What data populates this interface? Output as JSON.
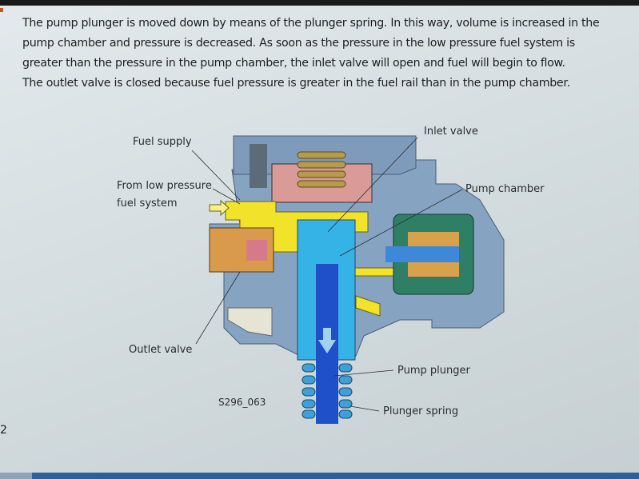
{
  "paragraph": {
    "lines": [
      "The pump plunger is moved down by means of the plunger spring. In this way, volume is increased in the",
      "pump chamber and pressure is decreased. As soon as the pressure in the low pressure fuel system is",
      "greater than the pressure in the pump chamber, the inlet valve will open and fuel will begin to flow.",
      "The outlet valve is closed because fuel pressure is greater in the fuel rail than in the pump chamber."
    ]
  },
  "diagram": {
    "labels": {
      "fuel_supply": "Fuel supply",
      "from_low_pressure_1": "From low pressure",
      "from_low_pressure_2": "fuel system",
      "inlet_valve": "Inlet valve",
      "pump_chamber": "Pump chamber",
      "outlet_valve": "Outlet valve",
      "pump_plunger": "Pump plunger",
      "plunger_spring": "Plunger spring",
      "figure_id": "S296_063"
    },
    "colors": {
      "fuel": "#f2e22a",
      "housing": "#86a3c2",
      "plunger": "#1f4fc9",
      "spring": "#3fa0d8"
    }
  },
  "page_number": "2"
}
